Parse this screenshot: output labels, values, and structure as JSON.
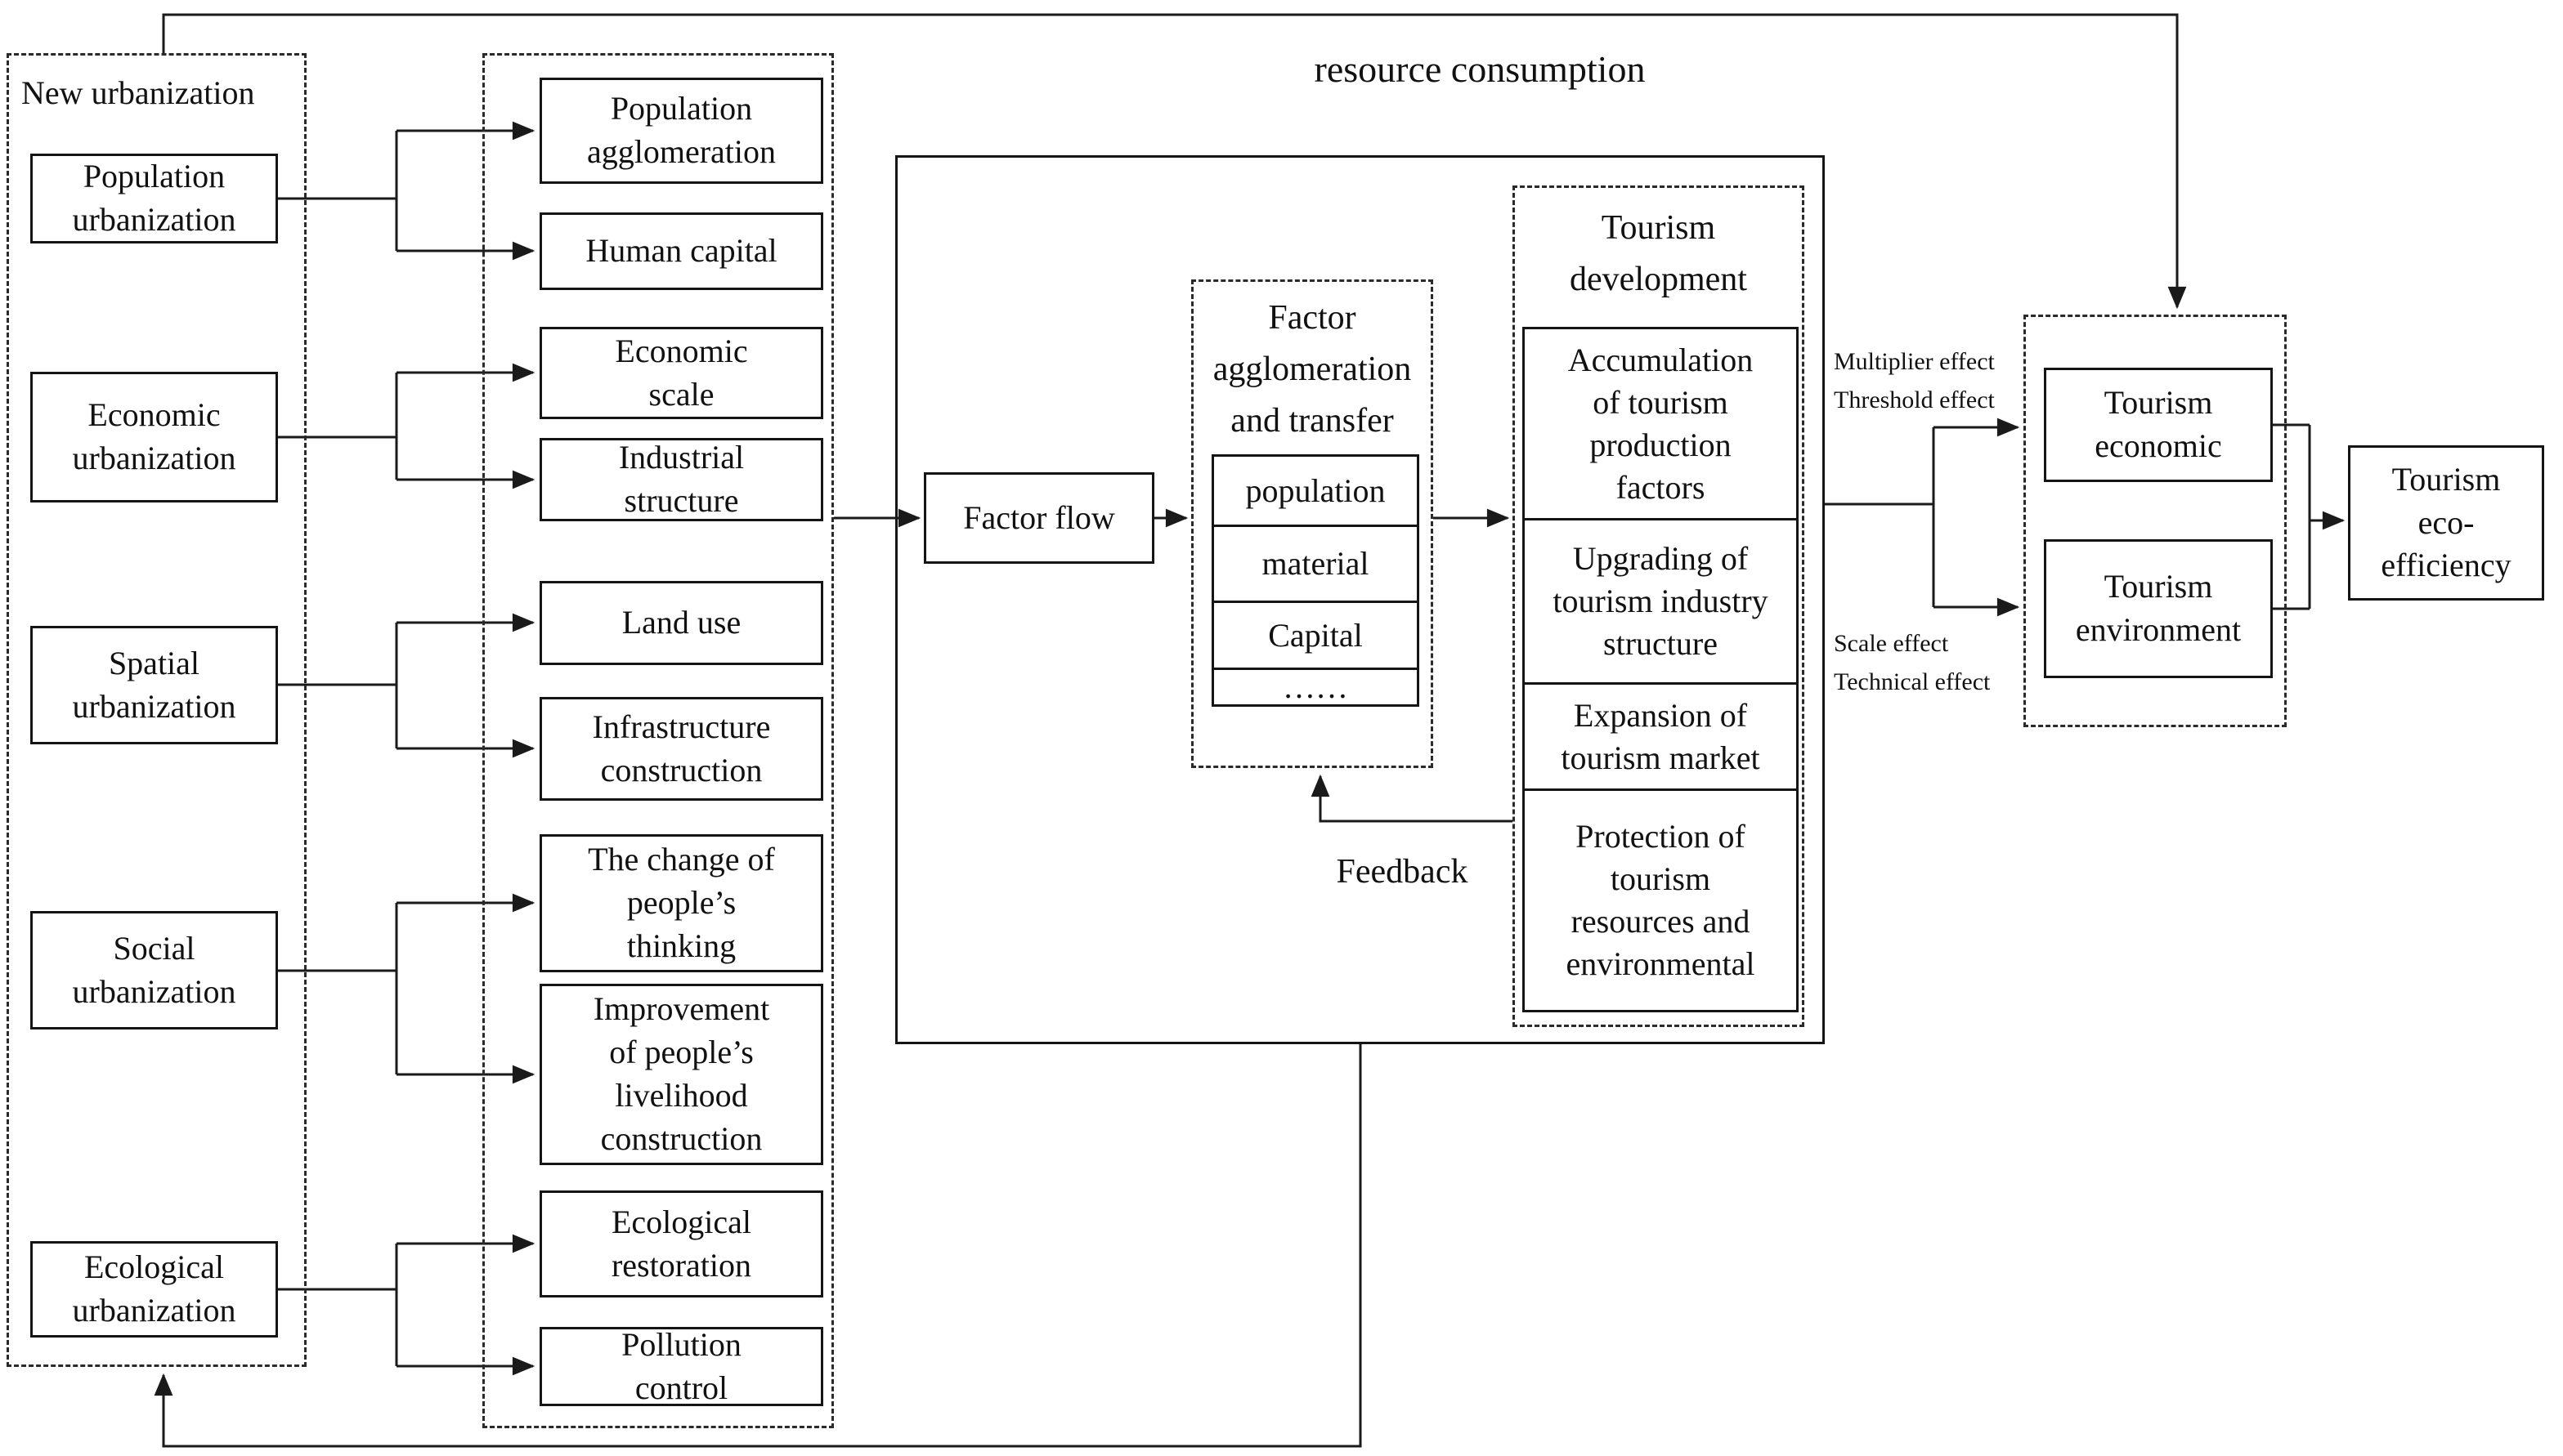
{
  "flow": {
    "resource_consumption": "resource consumption",
    "factor_flow": "Factor flow",
    "feedback": "Feedback"
  },
  "new_urbanization": {
    "title": "New urbanization",
    "boxes": [
      "Population\nurbanization",
      "Economic\nurbanization",
      "Spatial\nurbanization",
      "Social\nurbanization",
      "Ecological\nurbanization"
    ]
  },
  "indicators": {
    "boxes": [
      "Population\nagglomeration",
      "Human capital",
      "Economic\nscale",
      "Industrial\nstructure",
      "Land use",
      "Infrastructure\nconstruction",
      "The change of\npeople’s\nthinking",
      "Improvement\nof people’s\nlivelihood\nconstruction",
      "Ecological\nrestoration",
      "Pollution\ncontrol"
    ]
  },
  "factor_transfer": {
    "title": "Factor\nagglomeration\nand transfer",
    "rows": [
      "population",
      "material",
      "Capital",
      "……"
    ]
  },
  "tourism_development": {
    "title": "Tourism\ndevelopment",
    "rows": [
      "Accumulation\nof tourism\nproduction\nfactors",
      "Upgrading of\ntourism industry\nstructure",
      "Expansion of\ntourism market",
      "Protection of\ntourism\nresources and\nenvironmental"
    ]
  },
  "effects": {
    "upper": "Multiplier effect\nThreshold effect",
    "lower": "Scale effect\nTechnical effect"
  },
  "outcomes": {
    "economic": "Tourism\neconomic",
    "environment": "Tourism\nenvironment",
    "eco_efficiency": "Tourism\neco-\nefficiency"
  },
  "colors": {
    "line": "#1a1a1a",
    "text": "#111111",
    "background": "#ffffff"
  }
}
